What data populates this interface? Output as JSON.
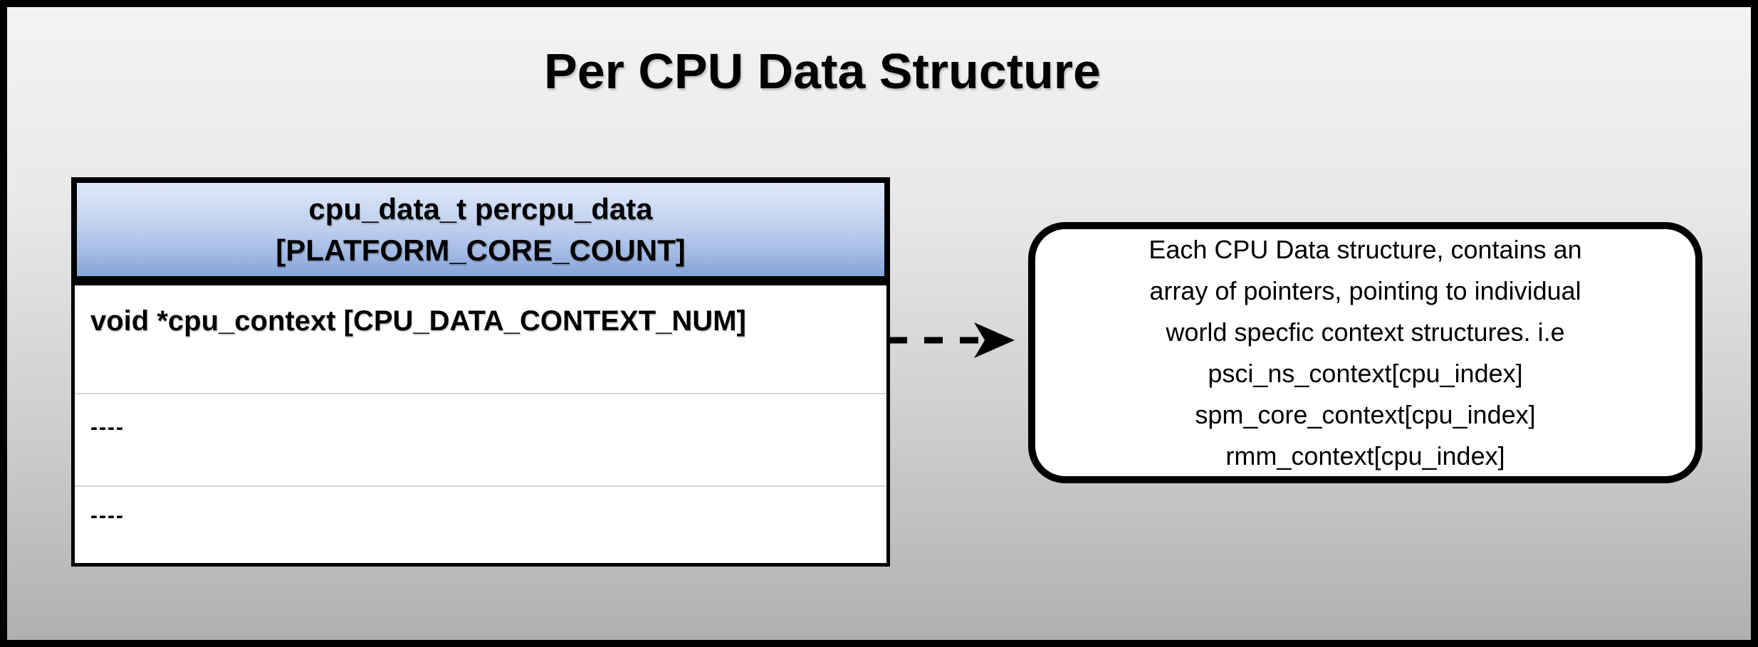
{
  "title": "Per CPU Data Structure",
  "table": {
    "header": [
      "cpu_data_t percpu_data",
      "[PLATFORM_CORE_COUNT]"
    ],
    "rows": [
      "void *cpu_context [CPU_DATA_CONTEXT_NUM]",
      "----",
      "----"
    ]
  },
  "arrow": {
    "style": "dashed",
    "direction": "right"
  },
  "callout": {
    "lines": [
      "Each CPU Data structure, contains an",
      "array of pointers, pointing to individual",
      "world specfic context structures. i.e",
      "psci_ns_context[cpu_index]",
      "spm_core_context[cpu_index]",
      "rmm_context[cpu_index]"
    ]
  },
  "colors": {
    "outline": "#000000",
    "background_top": "#f3f3f3",
    "background_bottom": "#b0b0b0",
    "header_gradient_top": "#dfe9f8",
    "header_gradient_bottom": "#86a4da",
    "row_separator": "#d4d4d4",
    "box_fill": "#ffffff",
    "text": "#000000"
  }
}
